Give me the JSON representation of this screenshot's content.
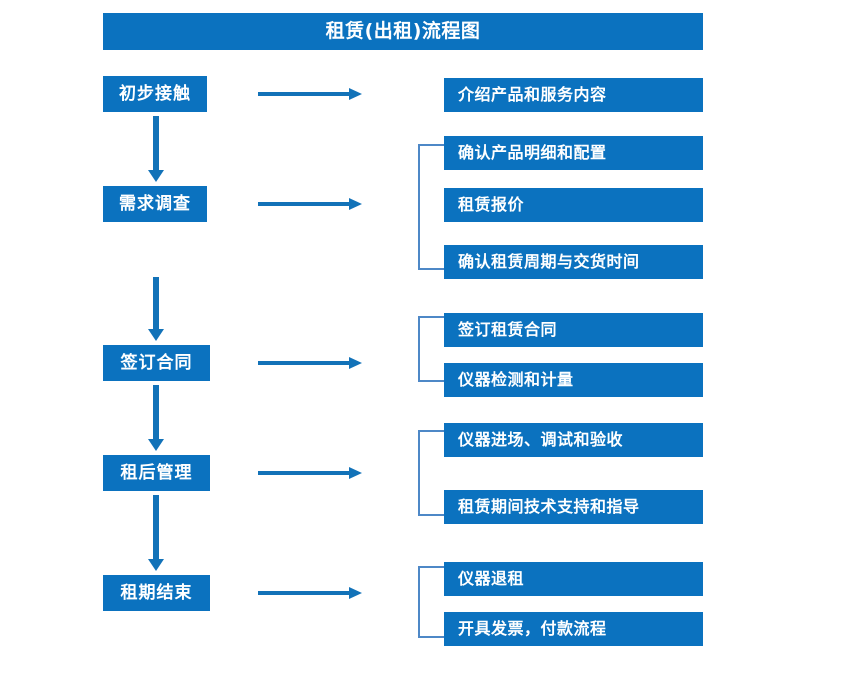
{
  "title": "租赁(出租)流程图",
  "colors": {
    "primary_blue": "#0B72BF",
    "arrow_blue": "#1272B8",
    "bracket_blue": "#4E88C7",
    "background": "#FFFFFF",
    "box_text": "#FFFFFF"
  },
  "stages": [
    {
      "label": "初步接触"
    },
    {
      "label": "需求调查"
    },
    {
      "label": "签订合同"
    },
    {
      "label": "租后管理"
    },
    {
      "label": "租期结束"
    }
  ],
  "details": [
    {
      "label": "介绍产品和服务内容"
    },
    {
      "label": "确认产品明细和配置"
    },
    {
      "label": "租赁报价"
    },
    {
      "label": "确认租赁周期与交货时间"
    },
    {
      "label": "签订租赁合同"
    },
    {
      "label": "仪器检测和计量"
    },
    {
      "label": "仪器进场、调试和验收"
    },
    {
      "label": "租赁期间技术支持和指导"
    },
    {
      "label": "仪器退租"
    },
    {
      "label": "开具发票，付款流程"
    }
  ]
}
